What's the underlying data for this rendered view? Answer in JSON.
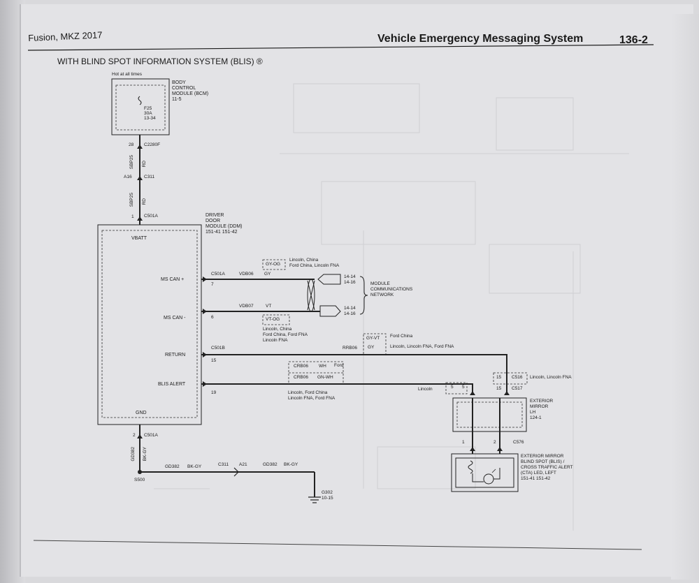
{
  "header": {
    "left": "Fusion, MKZ 2017",
    "title": "Vehicle Emergency Messaging System",
    "page": "136-2"
  },
  "section_title": "WITH BLIND SPOT INFORMATION SYSTEM (BLIS) ®",
  "bcm": {
    "hot_label": "Hot at all times",
    "name_lines": [
      "BODY",
      "CONTROL",
      "MODULE (BCM)",
      "11-5"
    ],
    "fuse": [
      "F25",
      "30A",
      "13-34"
    ]
  },
  "power_path": {
    "pin_28": "28",
    "c2280f": "C2280F",
    "wire_1": "SBP25",
    "wire_1_color": "RD",
    "a16": "A16",
    "c311": "C311",
    "wire_2": "SBP25",
    "wire_2_color": "RD",
    "pin_1": "1",
    "c501a": "C501A"
  },
  "ddm": {
    "name_lines": [
      "DRIVER",
      "DOOR",
      "MODULE (DDM)",
      "151-41  151-42"
    ],
    "vbatt": "VBATT",
    "ms_can_plus": "MS CAN +",
    "ms_can_minus": "MS CAN -",
    "return": "RETURN",
    "blis_alert": "BLIS ALERT",
    "gnd": "GND"
  },
  "can": {
    "plus_connector": "C501A",
    "plus_pin": "7",
    "plus_circuit": "VDB06",
    "plus_color": "GY",
    "plus_alt_color": "GY-OG",
    "plus_alt_note_1": "Lincoln, China",
    "plus_alt_note_2": "Ford China, Lincoln FNA",
    "minus_pin": "6",
    "minus_circuit": "VDB07",
    "minus_color": "VT",
    "minus_alt_color": "VT-OG",
    "minus_alt_note_1": "Lincoln, China",
    "minus_alt_note_2": "Ford China, Ford FNA",
    "minus_alt_note_3": "Lincoln FNA",
    "ref_1": "14-14",
    "ref_2": "14-16",
    "ref_3": "14-14",
    "ref_4": "14-16",
    "network_lines": [
      "MODULE",
      "COMMUNICATIONS",
      "NETWORK"
    ]
  },
  "return_circuit": {
    "connector": "C501B",
    "pin": "15",
    "circuit": "RRB06",
    "alt_color": "GY-VT",
    "alt_note": "Ford China",
    "color": "GY",
    "color_note": "Lincoln, Lincoln FNA, Ford FNA"
  },
  "blis_circuit": {
    "alt_circuit": "CRB06",
    "alt_color": "WH",
    "alt_note": "Ford",
    "circuit": "CRB06",
    "color": "GN-WH",
    "pin": "19",
    "note_1": "Lincoln, Ford China",
    "note_2": "Lincoln FNA, Ford FNA"
  },
  "c516": {
    "lincoln": "Lincoln",
    "pin_a": "5",
    "pin_b": "5",
    "pin_c": "15",
    "connector": "C516",
    "note": "Lincoln, Lincoln FNA",
    "c517_pin": "15",
    "c517": "C517"
  },
  "mirror": {
    "name_lines": [
      "EXTERIOR",
      "MIRROR",
      "LH",
      "124-1"
    ],
    "pin_1": "1",
    "pin_2": "2",
    "c576": "C576",
    "led_lines": [
      "EXTERIOR MIRROR",
      "BLIND SPOT (BLIS) /",
      "CROSS TRAFFIC ALERT",
      "(CTA) LED, LEFT",
      "151-41  151-42"
    ]
  },
  "ground": {
    "pin": "2",
    "connector": "C501A",
    "wire": "GD382",
    "wire_color": "BK-GY",
    "splice": "S500",
    "seg1_circuit": "GD382",
    "seg1_color": "BK-GY",
    "c311": "C311",
    "a21": "A21",
    "seg2_circuit": "GD382",
    "seg2_color": "BK-GY",
    "g302": "G302",
    "g302_ref": "10-15"
  }
}
